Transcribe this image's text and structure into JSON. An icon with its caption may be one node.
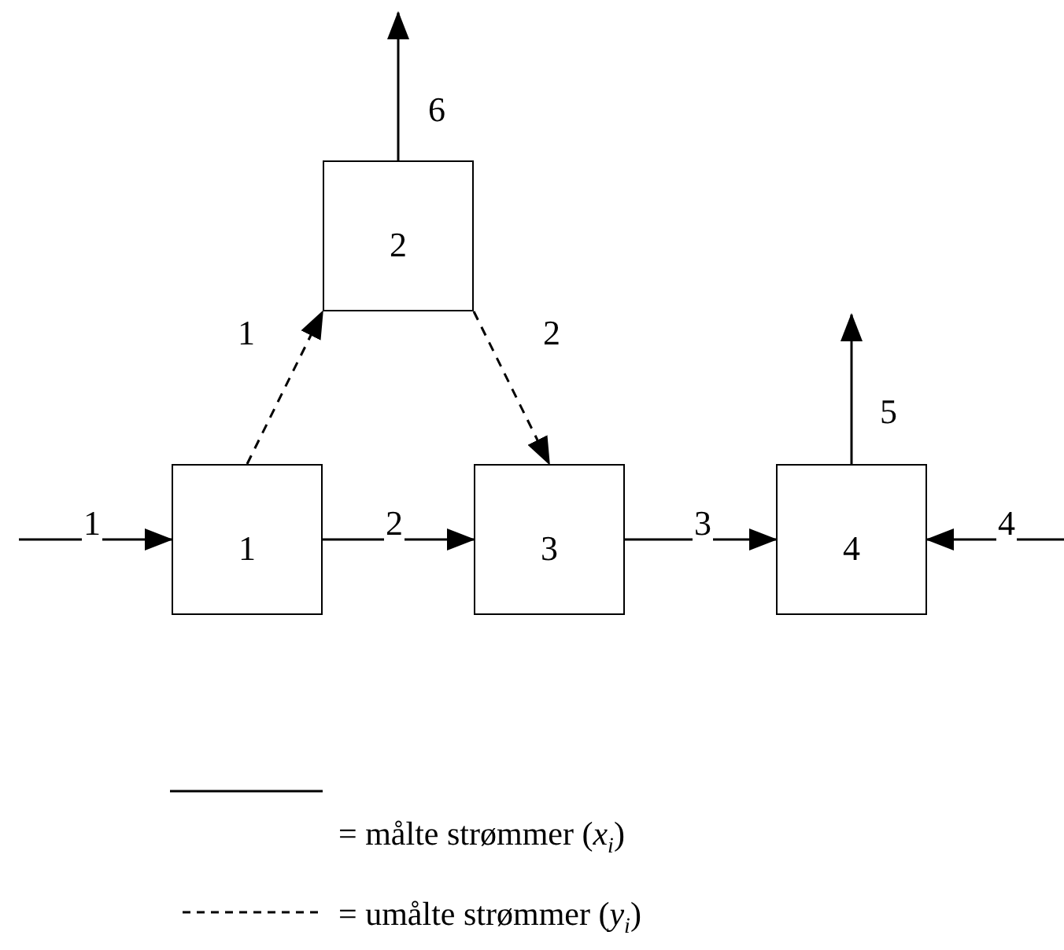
{
  "diagram": {
    "nodes": [
      {
        "text": [
          "2"
        ]
      },
      {
        "text": [
          "1"
        ]
      },
      {
        "text": [
          "3"
        ]
      },
      {
        "text": [
          "4"
        ]
      }
    ],
    "edges": [
      {
        "from": null,
        "to": 1,
        "arrow": "to",
        "label": "1"
      },
      {
        "from": 1,
        "to": 2,
        "arrow": "to",
        "label": "2"
      },
      {
        "from": 2,
        "to": 3,
        "arrow": "to",
        "label": "3"
      },
      {
        "from": null,
        "to": 3,
        "arrow": "to",
        "label": "4"
      },
      {
        "from": 3,
        "to": null,
        "arrow": "to",
        "label": "5"
      },
      {
        "from": 0,
        "to": null,
        "arrow": "to",
        "label": "6"
      },
      {
        "from": 1,
        "to": 0,
        "arrow": "to",
        "label": "1",
        "style": "dashed"
      },
      {
        "from": 0,
        "to": 2,
        "arrow": "to",
        "label": "2",
        "style": "dashed"
      }
    ],
    "legend": [
      {
        "text": "= målte strømmer (*x*$_{i}$)"
      },
      {
        "text": "= umålte strømmer (*y*$_{i}$)"
      }
    ]
  }
}
